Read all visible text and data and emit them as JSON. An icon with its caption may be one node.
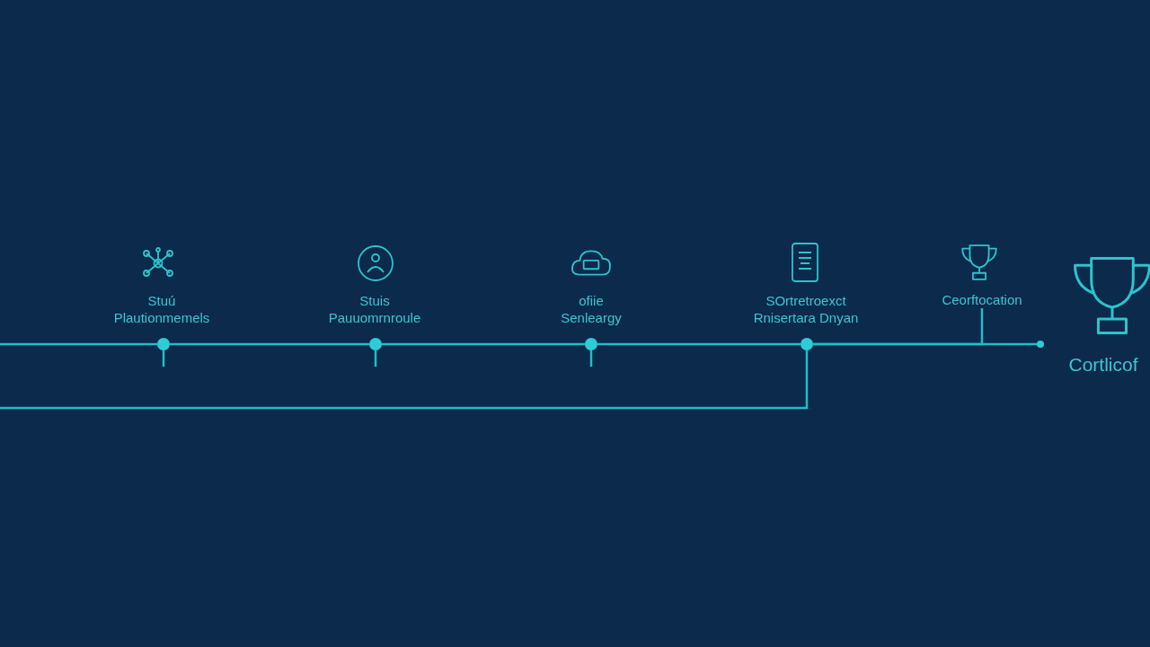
{
  "diagram": {
    "nodes": [
      {
        "text": [],
        "shape": "circle",
        "beside": [
          "Stuú Plautionmemels"
        ]
      },
      {
        "text": [],
        "shape": "circle",
        "beside": [
          "Stuis Pauuomrnroule"
        ]
      },
      {
        "text": [],
        "shape": "circle",
        "beside": [
          "ofiie Senleargy"
        ]
      },
      {
        "text": [],
        "shape": "circle",
        "beside": [
          "SOrtretroexct Rnisertara Dnyan"
        ]
      },
      {
        "text": [
          "Ceorftocation"
        ]
      },
      {
        "text": [],
        "shape": "circle"
      }
    ],
    "edges": [
      {
        "from": null,
        "to": 0,
        "arrow": "none"
      },
      {
        "from": 0,
        "to": 1,
        "arrow": "none"
      },
      {
        "from": 1,
        "to": 2,
        "arrow": "none"
      },
      {
        "from": 2,
        "to": 3,
        "arrow": "none"
      },
      {
        "from": 3,
        "to": 4,
        "arrow": "none"
      },
      {
        "from": 3,
        "to": 5,
        "arrow": "none"
      },
      {
        "from": null,
        "to": 3,
        "arrow": "none"
      }
    ],
    "labels": [
      "Cortlicof"
    ]
  }
}
